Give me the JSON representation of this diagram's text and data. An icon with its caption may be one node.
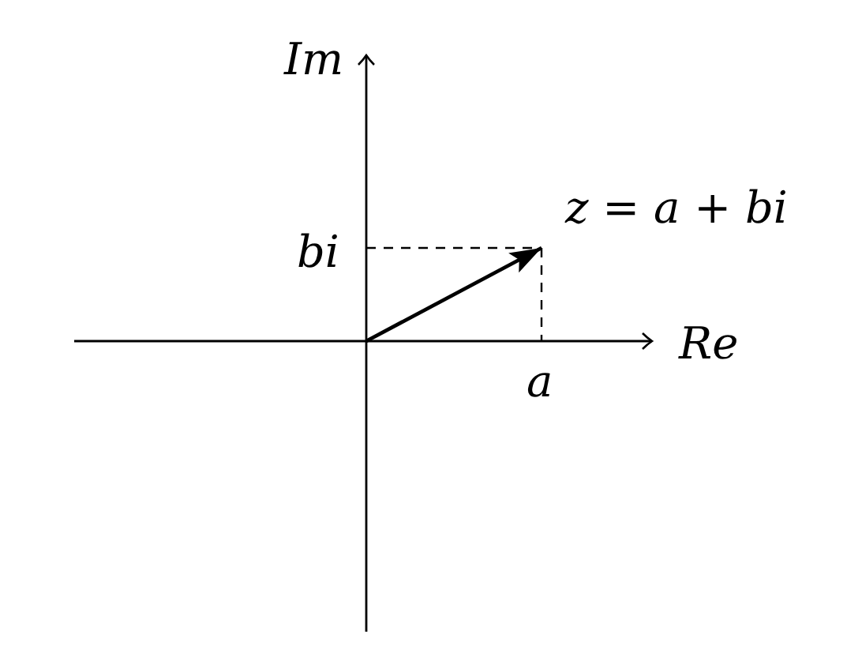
{
  "diagram": {
    "labels": [
      "Im",
      "z = a + bi",
      "bi",
      "Re",
      "a"
    ]
  }
}
